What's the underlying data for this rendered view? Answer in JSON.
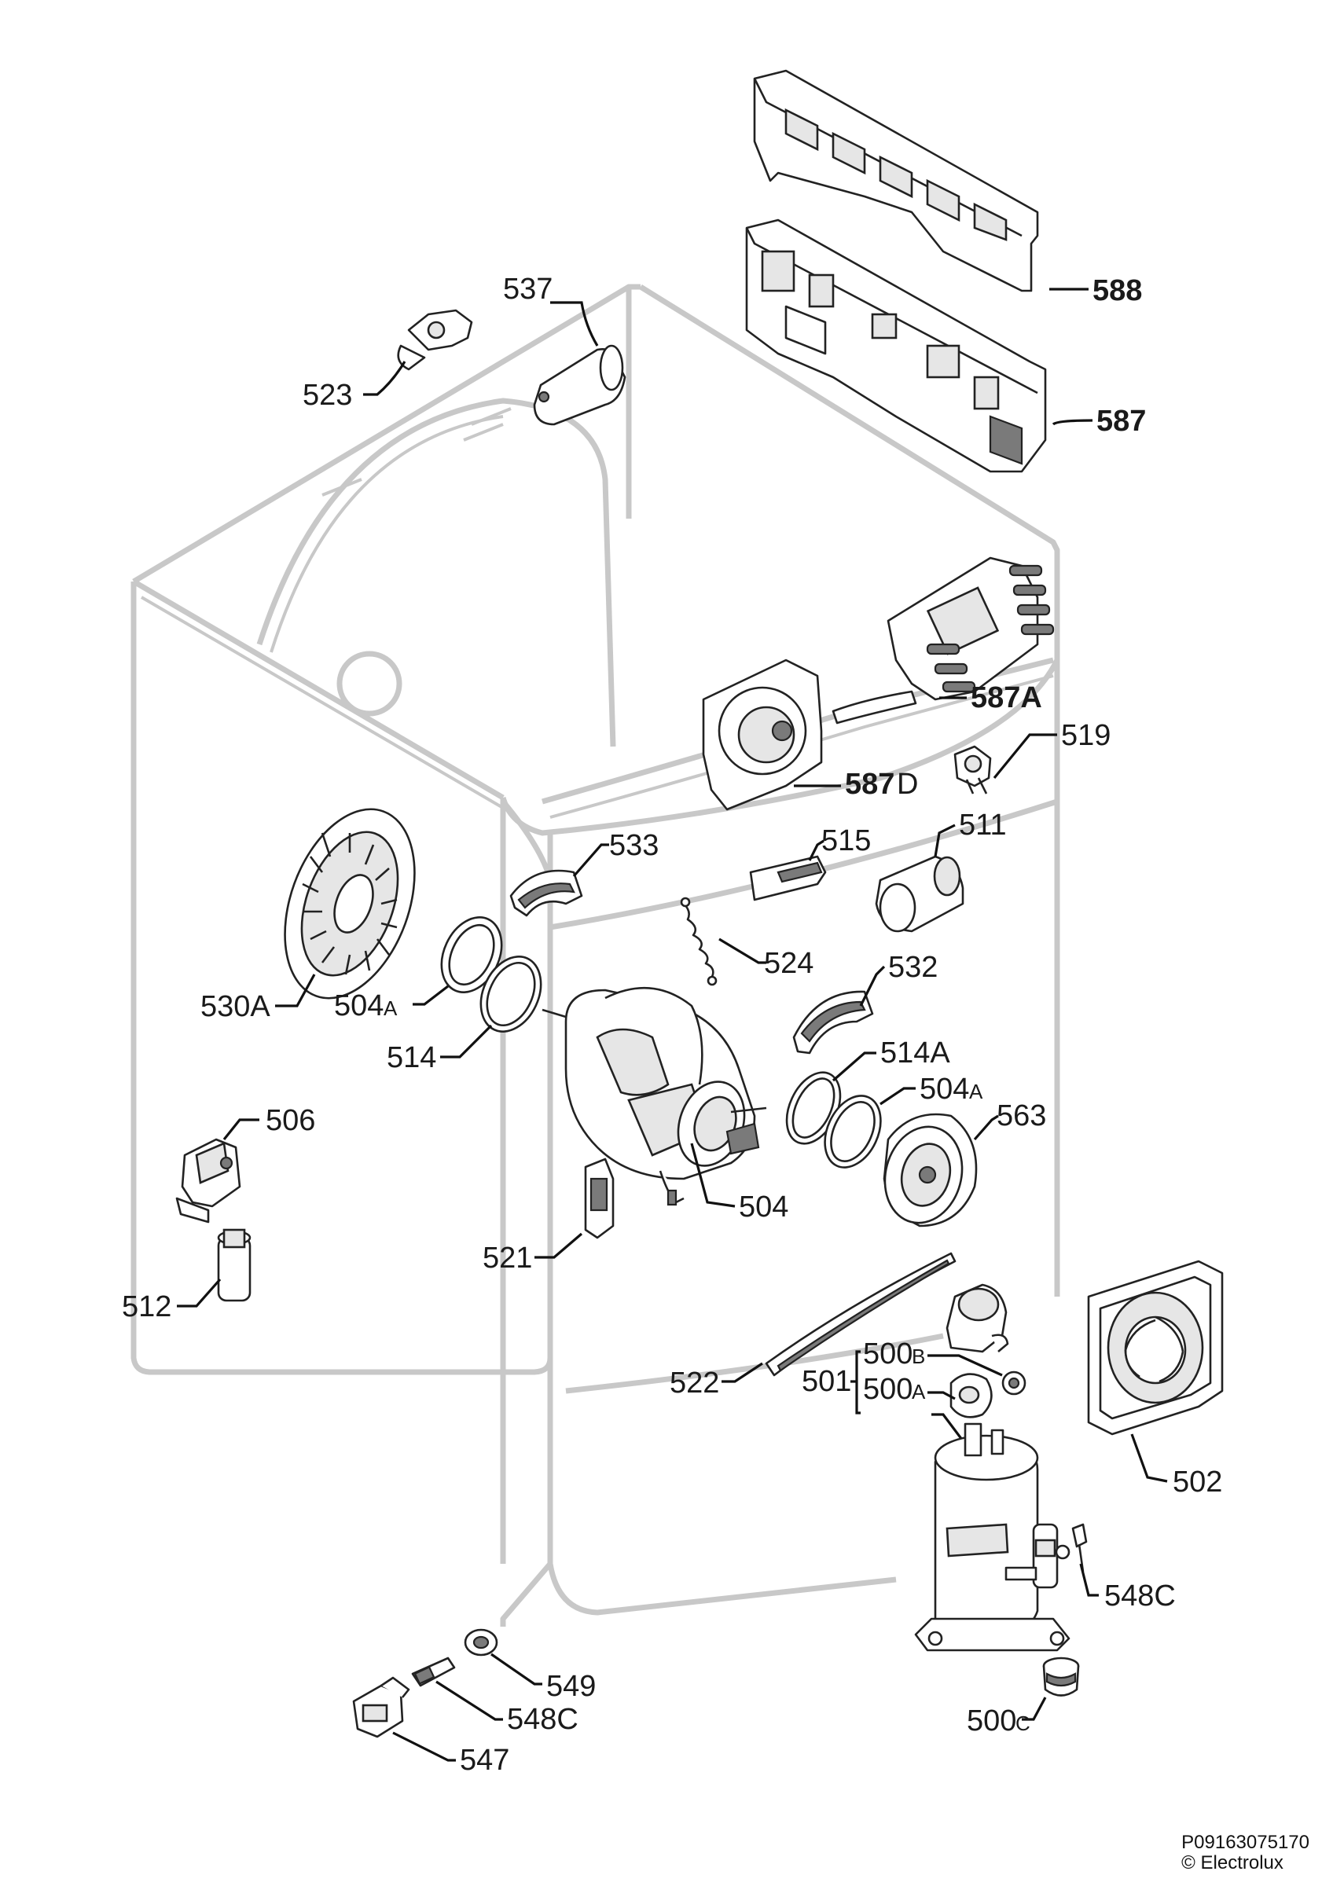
{
  "labels": {
    "l588": "588",
    "l587": "587",
    "l537": "537",
    "l523": "523",
    "l587A": "587A",
    "l519": "519",
    "l587D_num": "587",
    "l587D_suf": "D",
    "l533": "533",
    "l515": "515",
    "l511": "511",
    "l530A": "530A",
    "l504A_1_num": "504",
    "l504A_1_suf": "A",
    "l524": "524",
    "l532": "532",
    "l514": "514",
    "l514A": "514A",
    "l504A_2_num": "504",
    "l504A_2_suf": "A",
    "l563": "563",
    "l506": "506",
    "l504": "504",
    "l521": "521",
    "l512": "512",
    "l522": "522",
    "l501": "501",
    "l500B_num": "500",
    "l500B_suf": "B",
    "l500A_num": "500",
    "l500A_suf": "A",
    "l502": "502",
    "l548C_1": "548C",
    "l549": "549",
    "l548C_2": "548C",
    "l547": "547",
    "l500C_num": "500",
    "l500C_suf": "C"
  },
  "footer": {
    "doc_code": "P09163075170",
    "copyright": "© Electrolux"
  }
}
